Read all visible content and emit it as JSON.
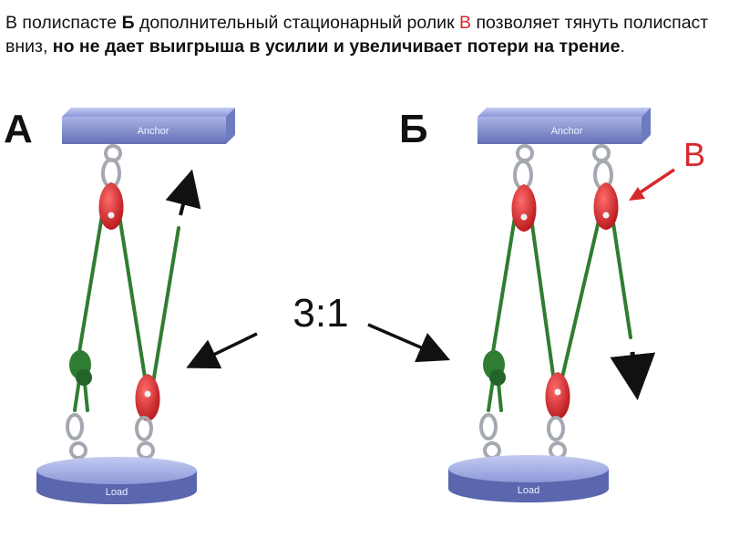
{
  "caption": {
    "p1": "В полиспасте ",
    "b1": "Б",
    "p2": " дополнительный стационарный ролик ",
    "r1": "В",
    "p3": " позволяет тянуть полиспаст вниз, ",
    "b2": "но не дает выигрыша в усилии и увеличивает потери на трение",
    "p4": "."
  },
  "panels": {
    "a": {
      "letter": "А",
      "anchor": "Anchor",
      "load": "Load"
    },
    "b": {
      "letter": "Б",
      "anchor": "Anchor",
      "load": "Load",
      "pulley_label": "В"
    }
  },
  "ratio_label": "3:1",
  "colors": {
    "rope": "#2f7d32",
    "pulley": "#d9282c",
    "plate": "#7f8cc9",
    "metal": "#a4a9b1",
    "accent_red": "#d9282c"
  }
}
